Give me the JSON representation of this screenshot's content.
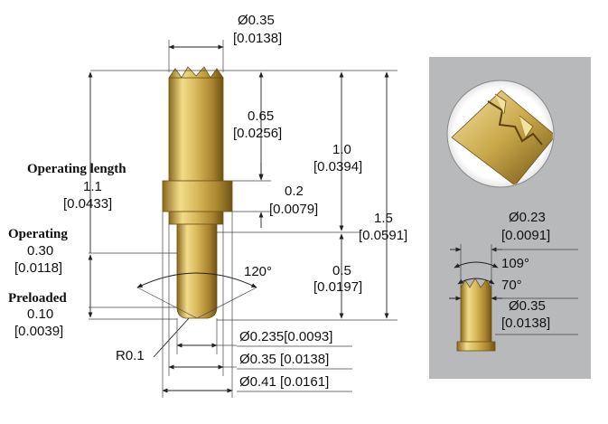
{
  "labels": {
    "top_dia": "Ø0.35",
    "top_dia_in": "[0.0138]",
    "tip_len": "0.65",
    "tip_len_in": "[0.0256]",
    "collar_len": "0.2",
    "collar_len_in": "[0.0079]",
    "len_1_0": "1.0",
    "len_1_0_in": "[0.0394]",
    "len_1_5": "1.5",
    "len_1_5_in": "[0.0591]",
    "plunger_len": "0.5",
    "plunger_len_in": "[0.0197]",
    "op_len_title": "Operating length",
    "op_len_val": "1.1",
    "op_len_in": "[0.0433]",
    "operating_title": "Operating",
    "operating_val": "0.30",
    "operating_in": "[0.0118]",
    "preloaded_title": "Preloaded",
    "preloaded_val": "0.10",
    "preloaded_in": "[0.0039]",
    "angle_120": "120°",
    "radius": "R0.1",
    "dia_0235": "Ø0.235[0.0093]",
    "dia_035": "Ø0.35 [0.0138]",
    "dia_041": "Ø0.41 [0.0161]",
    "inset_dia_023": "Ø0.23",
    "inset_dia_023_in": "[0.0091]",
    "inset_angle_109": "109°",
    "inset_angle_70": "70°",
    "inset_dia_035": "Ø0.35",
    "inset_dia_035_in": "[0.0138]"
  },
  "colors": {
    "brass_light": "#f2dc8a",
    "brass_mid": "#c9a84a",
    "brass_dark": "#8a6a1e",
    "inset_bg": "#b8b9bb"
  }
}
